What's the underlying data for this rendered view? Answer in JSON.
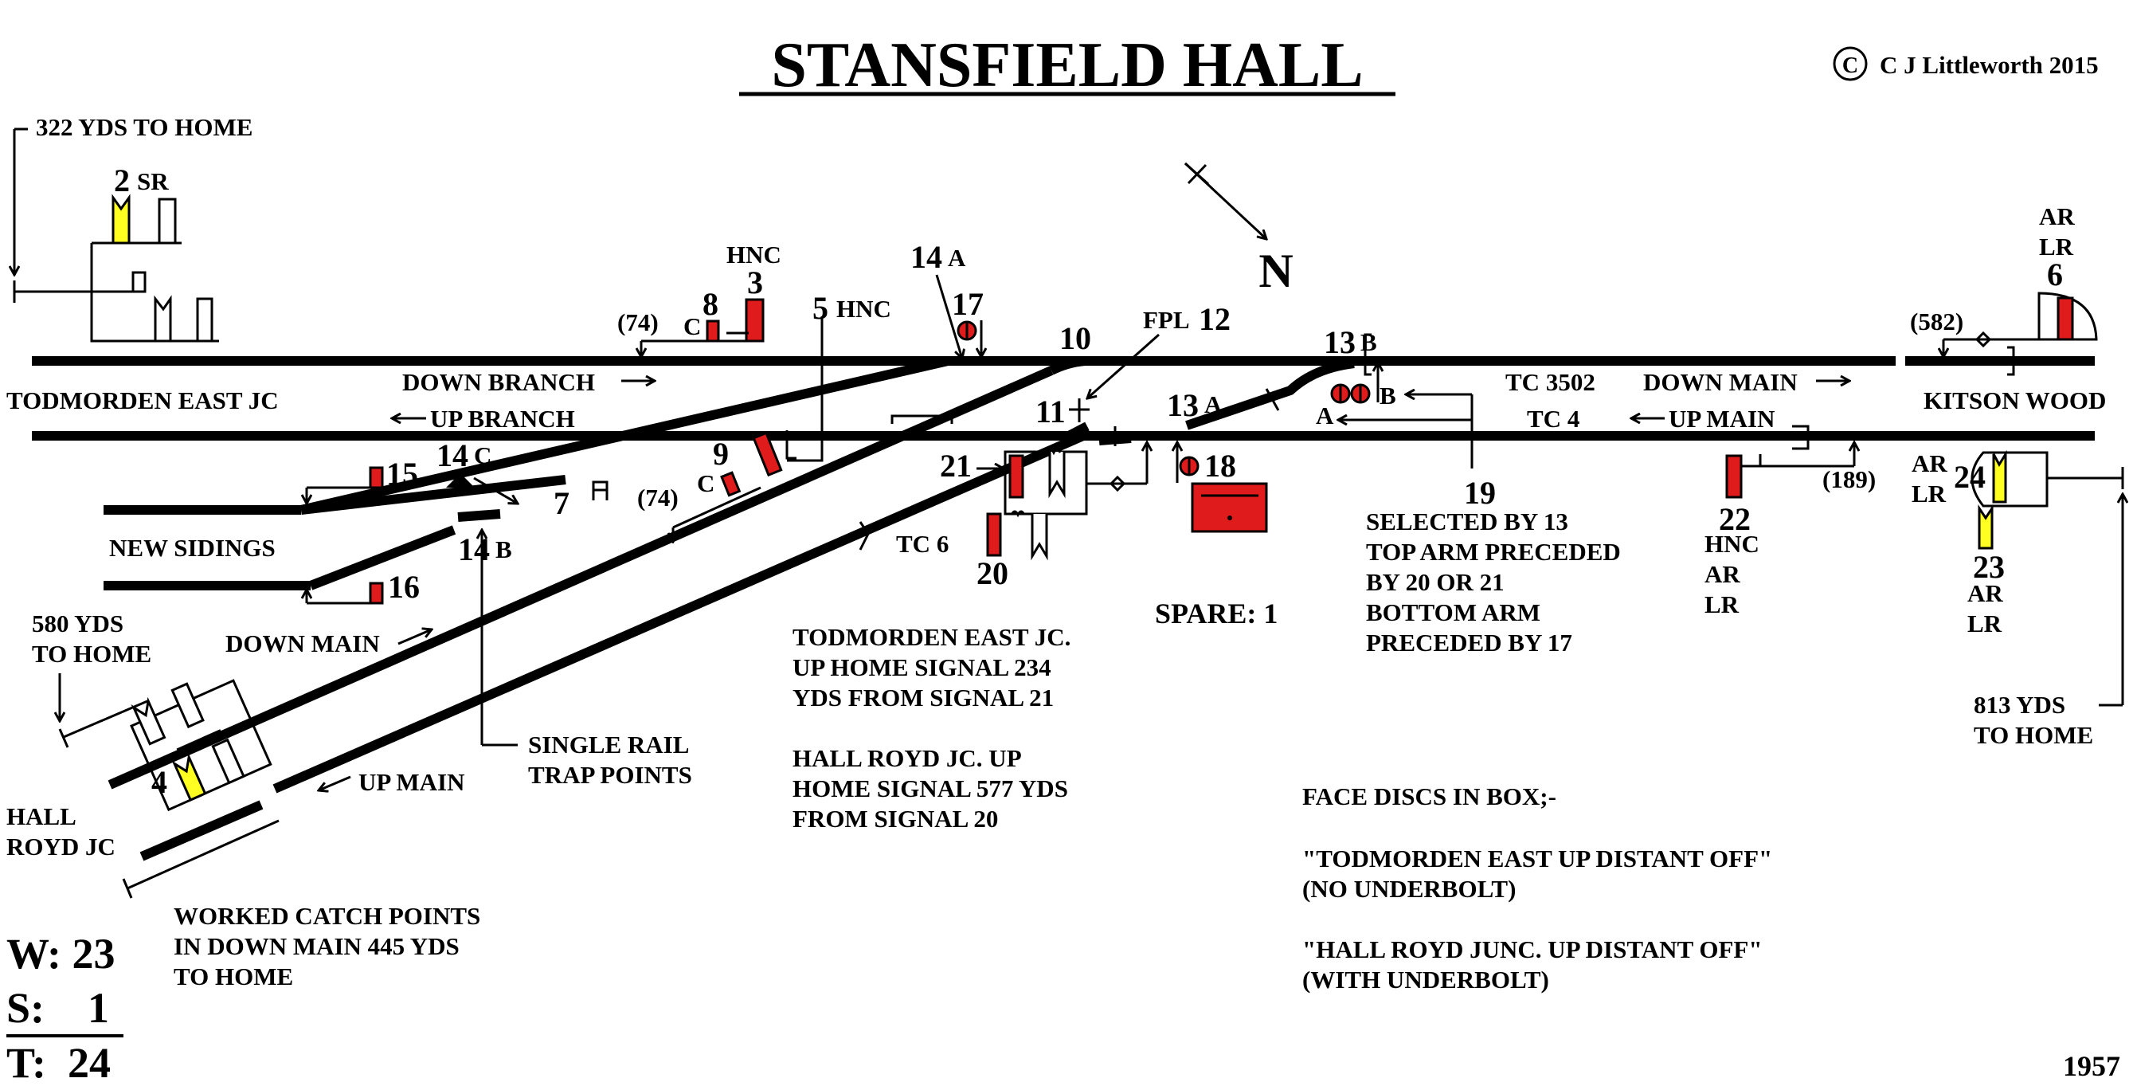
{
  "title": "STANSFIELD HALL",
  "copyright_symbol": "C",
  "copyright": "C J Littleworth 2015",
  "year": "1957",
  "compass": {
    "label": "N"
  },
  "places": {
    "todmorden_east_jc": "TODMORDEN EAST JC",
    "kitson_wood": "KITSON WOOD",
    "hall_royd_1": "HALL",
    "hall_royd_2": "ROYD JC",
    "new_sidings": "NEW SIDINGS"
  },
  "lines": {
    "down_branch": "DOWN BRANCH",
    "up_branch": "UP BRANCH",
    "down_main_right": "DOWN MAIN",
    "up_main_right": "UP MAIN",
    "down_main_left": "DOWN MAIN",
    "up_main_left": "UP MAIN",
    "tc_3502": "TC 3502",
    "tc_4": "TC 4",
    "tc_6": "TC 6"
  },
  "distances": {
    "d322": "322 YDS TO HOME",
    "d580_1": "580 YDS",
    "d580_2": "TO HOME",
    "d813_1": "813 YDS",
    "d813_2": "TO HOME",
    "p74a": "(74)",
    "p74b": "(74)",
    "p582": "(582)",
    "p189": "(189)"
  },
  "signals": {
    "s2": "2",
    "sr": "SR",
    "s3": "3",
    "s3_hnc": "HNC",
    "s8": "8",
    "s8_c": "C",
    "s5": "5",
    "s5_hnc": "HNC",
    "s14": "14",
    "s14_a": "A",
    "s17": "17",
    "s10": "10",
    "fpl": "FPL",
    "s12": "12",
    "s11": "11",
    "s13": "13",
    "s13_b": "B",
    "s13a": "13",
    "s13a_a": "A",
    "disc_a": "A",
    "disc_b": "B",
    "s6": "6",
    "s6_ar": "AR",
    "s6_lr": "LR",
    "s15": "15",
    "s14c": "14",
    "s14c_c": "C",
    "s9": "9",
    "s9_c": "C",
    "s7": "7",
    "s21": "21",
    "s20": "20",
    "s18": "18",
    "s16": "16",
    "s14b": "14",
    "s14b_b": "B",
    "s4": "4",
    "s19": "19",
    "s22": "22",
    "s22_hnc": "HNC",
    "s22_ar": "AR",
    "s22_lr": "LR",
    "s24": "24",
    "s24_ar": "AR",
    "s24_lr": "LR",
    "s23": "23",
    "s23_ar": "AR",
    "s23_lr": "LR"
  },
  "notes": {
    "spare": "SPARE: 1",
    "n19": [
      "SELECTED BY 13",
      "TOP ARM PRECEDED",
      "BY 20 OR 21",
      "BOTTOM ARM",
      "PRECEDED BY 17"
    ],
    "todmorden_note": [
      "TODMORDEN EAST JC.",
      "UP HOME SIGNAL 234",
      "YDS FROM SIGNAL 21"
    ],
    "hallroyd_note": [
      "HALL ROYD JC. UP",
      "HOME SIGNAL 577 YDS",
      "FROM SIGNAL 20"
    ],
    "trap": [
      "SINGLE RAIL",
      "TRAP POINTS"
    ],
    "catch": [
      "WORKED CATCH POINTS",
      "IN DOWN MAIN 445 YDS",
      "TO HOME"
    ],
    "face": [
      "FACE DISCS IN BOX;-",
      "\"TODMORDEN EAST UP DISTANT OFF\"",
      "(NO UNDERBOLT)",
      "\"HALL ROYD JUNC. UP DISTANT OFF\"",
      "(WITH UNDERBOLT)"
    ]
  },
  "totals": {
    "w": "W: 23",
    "s": "S:    1",
    "t": "T:  24"
  }
}
